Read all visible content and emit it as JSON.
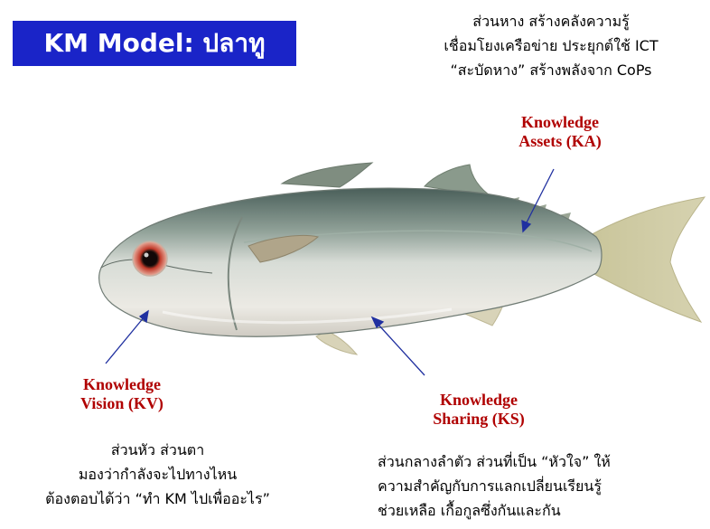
{
  "title": "KM Model: ปลาทู",
  "tail": {
    "lines": [
      "ส่วนหาง สร้างคลังความรู้",
      "เชื่อมโยงเครือข่าย ประยุกต์ใช้ ICT",
      "“สะบัดหาง” สร้างพลังจาก CoPs"
    ],
    "label": [
      "Knowledge",
      "Assets (KA)"
    ]
  },
  "head": {
    "label": [
      "Knowledge",
      "Vision (KV)"
    ],
    "lines": [
      "ส่วนหัว ส่วนตา",
      "มองว่ากำลังจะไปทางไหน",
      "ต้องตอบได้ว่า “ทำ KM ไปเพื่ออะไร”"
    ]
  },
  "body": {
    "label": [
      "Knowledge",
      "Sharing (KS)"
    ],
    "lines": [
      "ส่วนกลางลำตัว ส่วนที่เป็น “หัวใจ” ให้",
      "ความสำคัญกับการแลกเปลี่ยนเรียนรู้",
      "ช่วยเหลือ เกื้อกูลซึ่งกันและกัน"
    ]
  },
  "colors": {
    "title_bg": "#1a24c8",
    "label_red": "#b00000",
    "arrow": "#2030a0"
  }
}
